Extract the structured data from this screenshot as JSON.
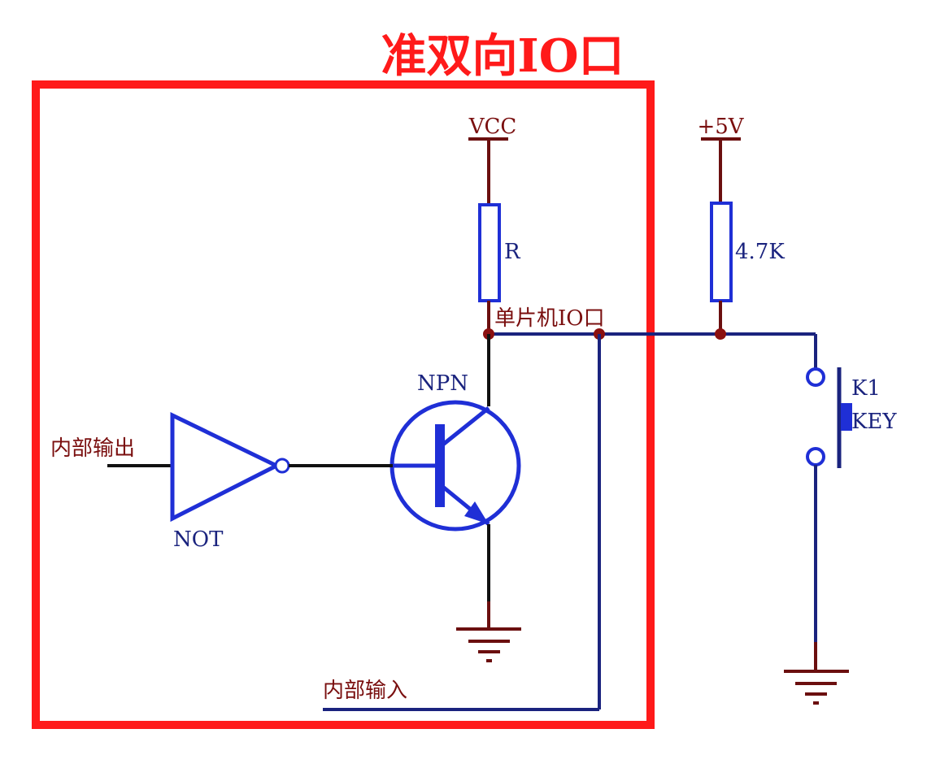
{
  "title": "准双向IO口",
  "labels": {
    "vcc": "VCC",
    "plus5v": "+5V",
    "resistor": "R",
    "pullup": "4.7K",
    "io_pin": "单片机IO口",
    "transistor": "NPN",
    "internal_output": "内部输出",
    "gate": "NOT",
    "switch_ref": "K1",
    "switch_name": "KEY",
    "internal_input": "内部输入"
  },
  "colors": {
    "title": "#ff1a1a",
    "boundary": "#ff1a1a",
    "label": "#7a0f0f",
    "supply_wire": "#6b0f0f",
    "signal_wire": "#1a237e",
    "component": "#1f2fd6",
    "black_wire": "#111111"
  }
}
